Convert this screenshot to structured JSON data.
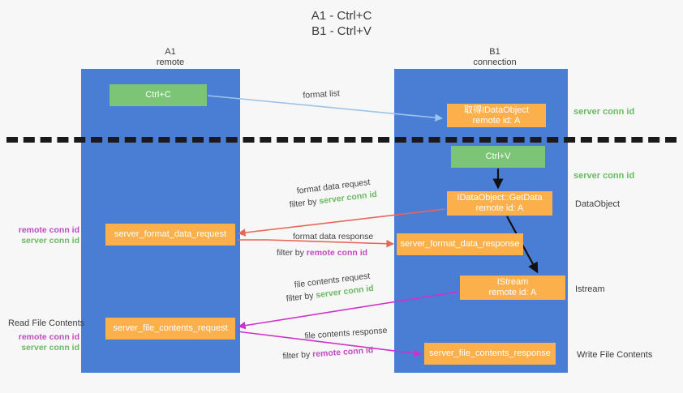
{
  "title": "A1 - Ctrl+C\nB1 - Ctrl+V",
  "colors": {
    "lane": "#4a7ed4",
    "green_box": "#7cc576",
    "orange_box": "#fbb04c",
    "server_conn_id": "#6aba63",
    "remote_conn_id": "#c04bc0",
    "arrow_blue": "#9dc3ea",
    "arrow_red": "#e8665a",
    "arrow_magenta": "#cc33cc",
    "arrow_black": "#111111",
    "background": "#f7f7f7"
  },
  "columns": {
    "left": {
      "name": "A1",
      "sub": "remote",
      "header": "A1\nremote"
    },
    "right": {
      "name": "B1",
      "sub": "connection",
      "header": "B1\nconnection"
    }
  },
  "boxes": {
    "ctrl_c": "Ctrl+C",
    "get_idataobject": "取得IDataObject\nremote id: A",
    "ctrl_v": "Ctrl+V",
    "idataobject_getdata": "IDataObject::GetData\nremote id: A",
    "server_format_data_request": "server_format_data_request",
    "server_format_data_response": "server_format_data_response",
    "istream": "IStream\nremote id: A",
    "server_file_contents_request": "server_file_contents_request",
    "server_file_contents_response": "server_file_contents_response"
  },
  "side_labels": {
    "server_conn_id_top": "server conn id",
    "server_conn_id_mid": "server conn id",
    "dataobject": "DataObject",
    "istream": "Istream",
    "write_file_contents": "Write File Contents",
    "read_file_contents": "Read File Contents",
    "remote_conn_id": "remote conn id",
    "server_conn_id": "server conn id"
  },
  "arrow_labels": {
    "format_list": "format list",
    "format_data_request": "format data request",
    "format_data_request_filter_prefix": "filter by ",
    "format_data_request_filter_value": "server conn id",
    "format_data_response": "format data response",
    "format_data_response_filter_prefix": "filter by ",
    "format_data_response_filter_value": "remote conn id",
    "file_contents_request": "file contents request",
    "file_contents_request_filter_prefix": "filter by ",
    "file_contents_request_filter_value": "server conn id",
    "file_contents_response": "file contents response",
    "file_contents_response_filter_prefix": "filter by ",
    "file_contents_response_filter_value": "remote conn id"
  }
}
